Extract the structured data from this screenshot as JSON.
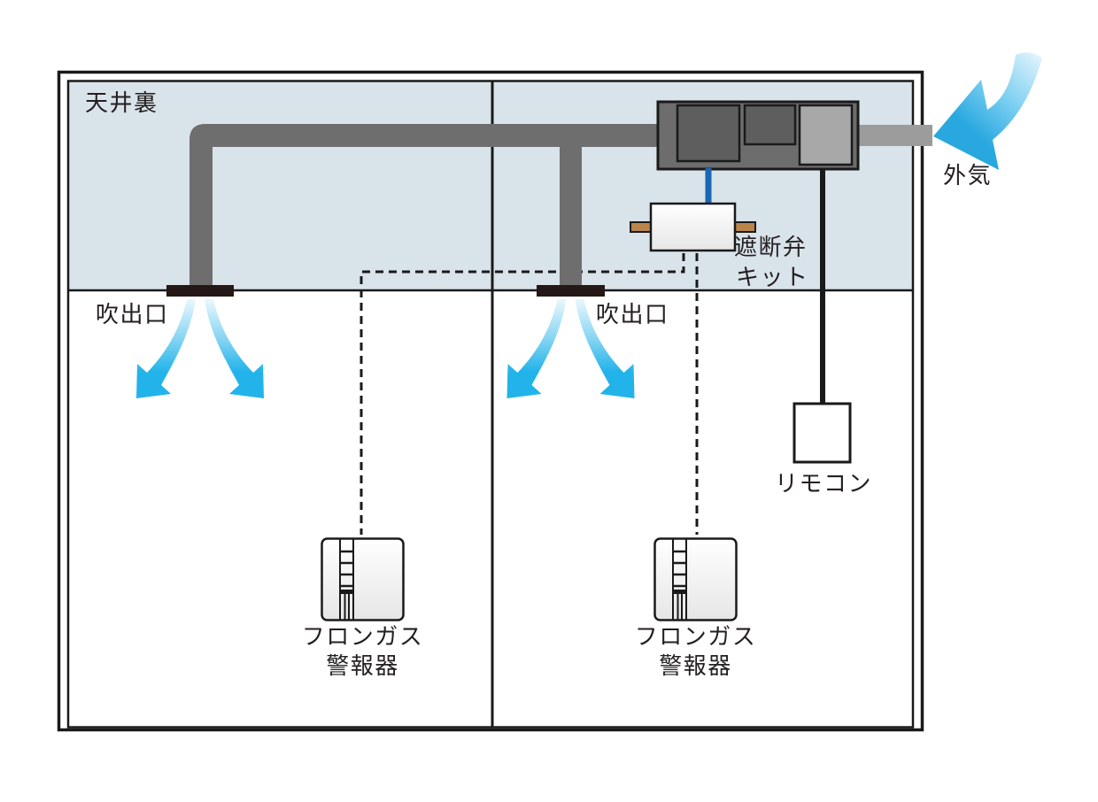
{
  "labels": {
    "ceiling_space": "天井裏",
    "outside_air": "外気",
    "outlet_left": "吹出口",
    "outlet_right": "吹出口",
    "valve_kit_line1": "遮断弁",
    "valve_kit_line2": "キット",
    "remote_controller": "リモコン",
    "gas_alarm_line1": "フロンガス",
    "gas_alarm_line2": "警報器"
  },
  "colors": {
    "ceiling_fill": "#d9e3ea",
    "outline": "#1a1a1a",
    "duct_dark": "#6e6e6e",
    "duct_light": "#9c9c9c",
    "unit_body": "#6d6d6d",
    "unit_panel_dark": "#5e5e5e",
    "unit_panel_light": "#a8a8a8",
    "outlet_bar": "#231815",
    "airflow_cyan": "#22b3ea",
    "connector_blue": "#1a67b2",
    "valve_tab": "#b9854c",
    "text": "#241f21"
  }
}
